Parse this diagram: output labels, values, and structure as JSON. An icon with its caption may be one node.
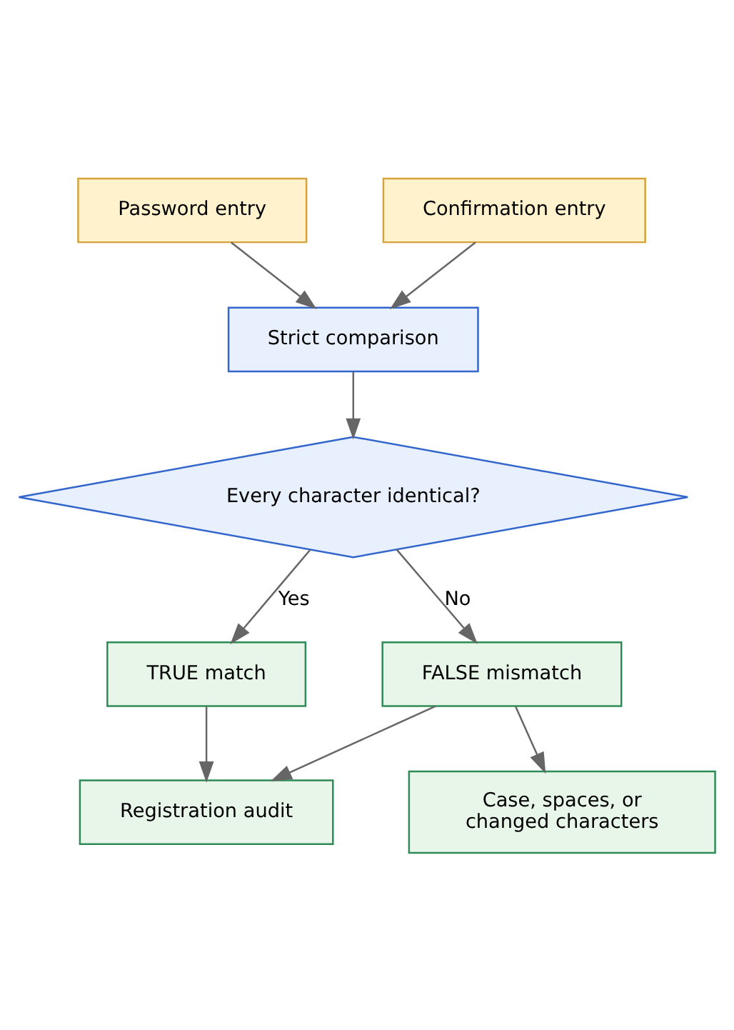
{
  "diagram": {
    "nodes": [
      {
        "text": [
          "Password entry"
        ]
      },
      {
        "text": [
          "Confirmation entry"
        ]
      },
      {
        "text": [
          "Strict comparison"
        ]
      },
      {
        "text": [
          "Every character identical?"
        ]
      },
      {
        "text": [
          "TRUE match"
        ]
      },
      {
        "text": [
          "FALSE mismatch"
        ]
      },
      {
        "text": [
          "Registration audit"
        ]
      },
      {
        "text": [
          "Case, spaces, or changed characters"
        ]
      }
    ],
    "edges": [
      {
        "from": 0,
        "to": 2,
        "arrow": "to"
      },
      {
        "from": 1,
        "to": 2,
        "arrow": "to"
      },
      {
        "from": 2,
        "to": 3,
        "arrow": "to"
      },
      {
        "from": 3,
        "to": 4,
        "arrow": "to",
        "label": "Yes"
      },
      {
        "from": 3,
        "to": 5,
        "arrow": "to",
        "label": "No"
      },
      {
        "from": 4,
        "to": 6,
        "arrow": "to"
      },
      {
        "from": 5,
        "to": 6,
        "arrow": "to"
      },
      {
        "from": 5,
        "to": 7,
        "arrow": "to"
      }
    ]
  }
}
